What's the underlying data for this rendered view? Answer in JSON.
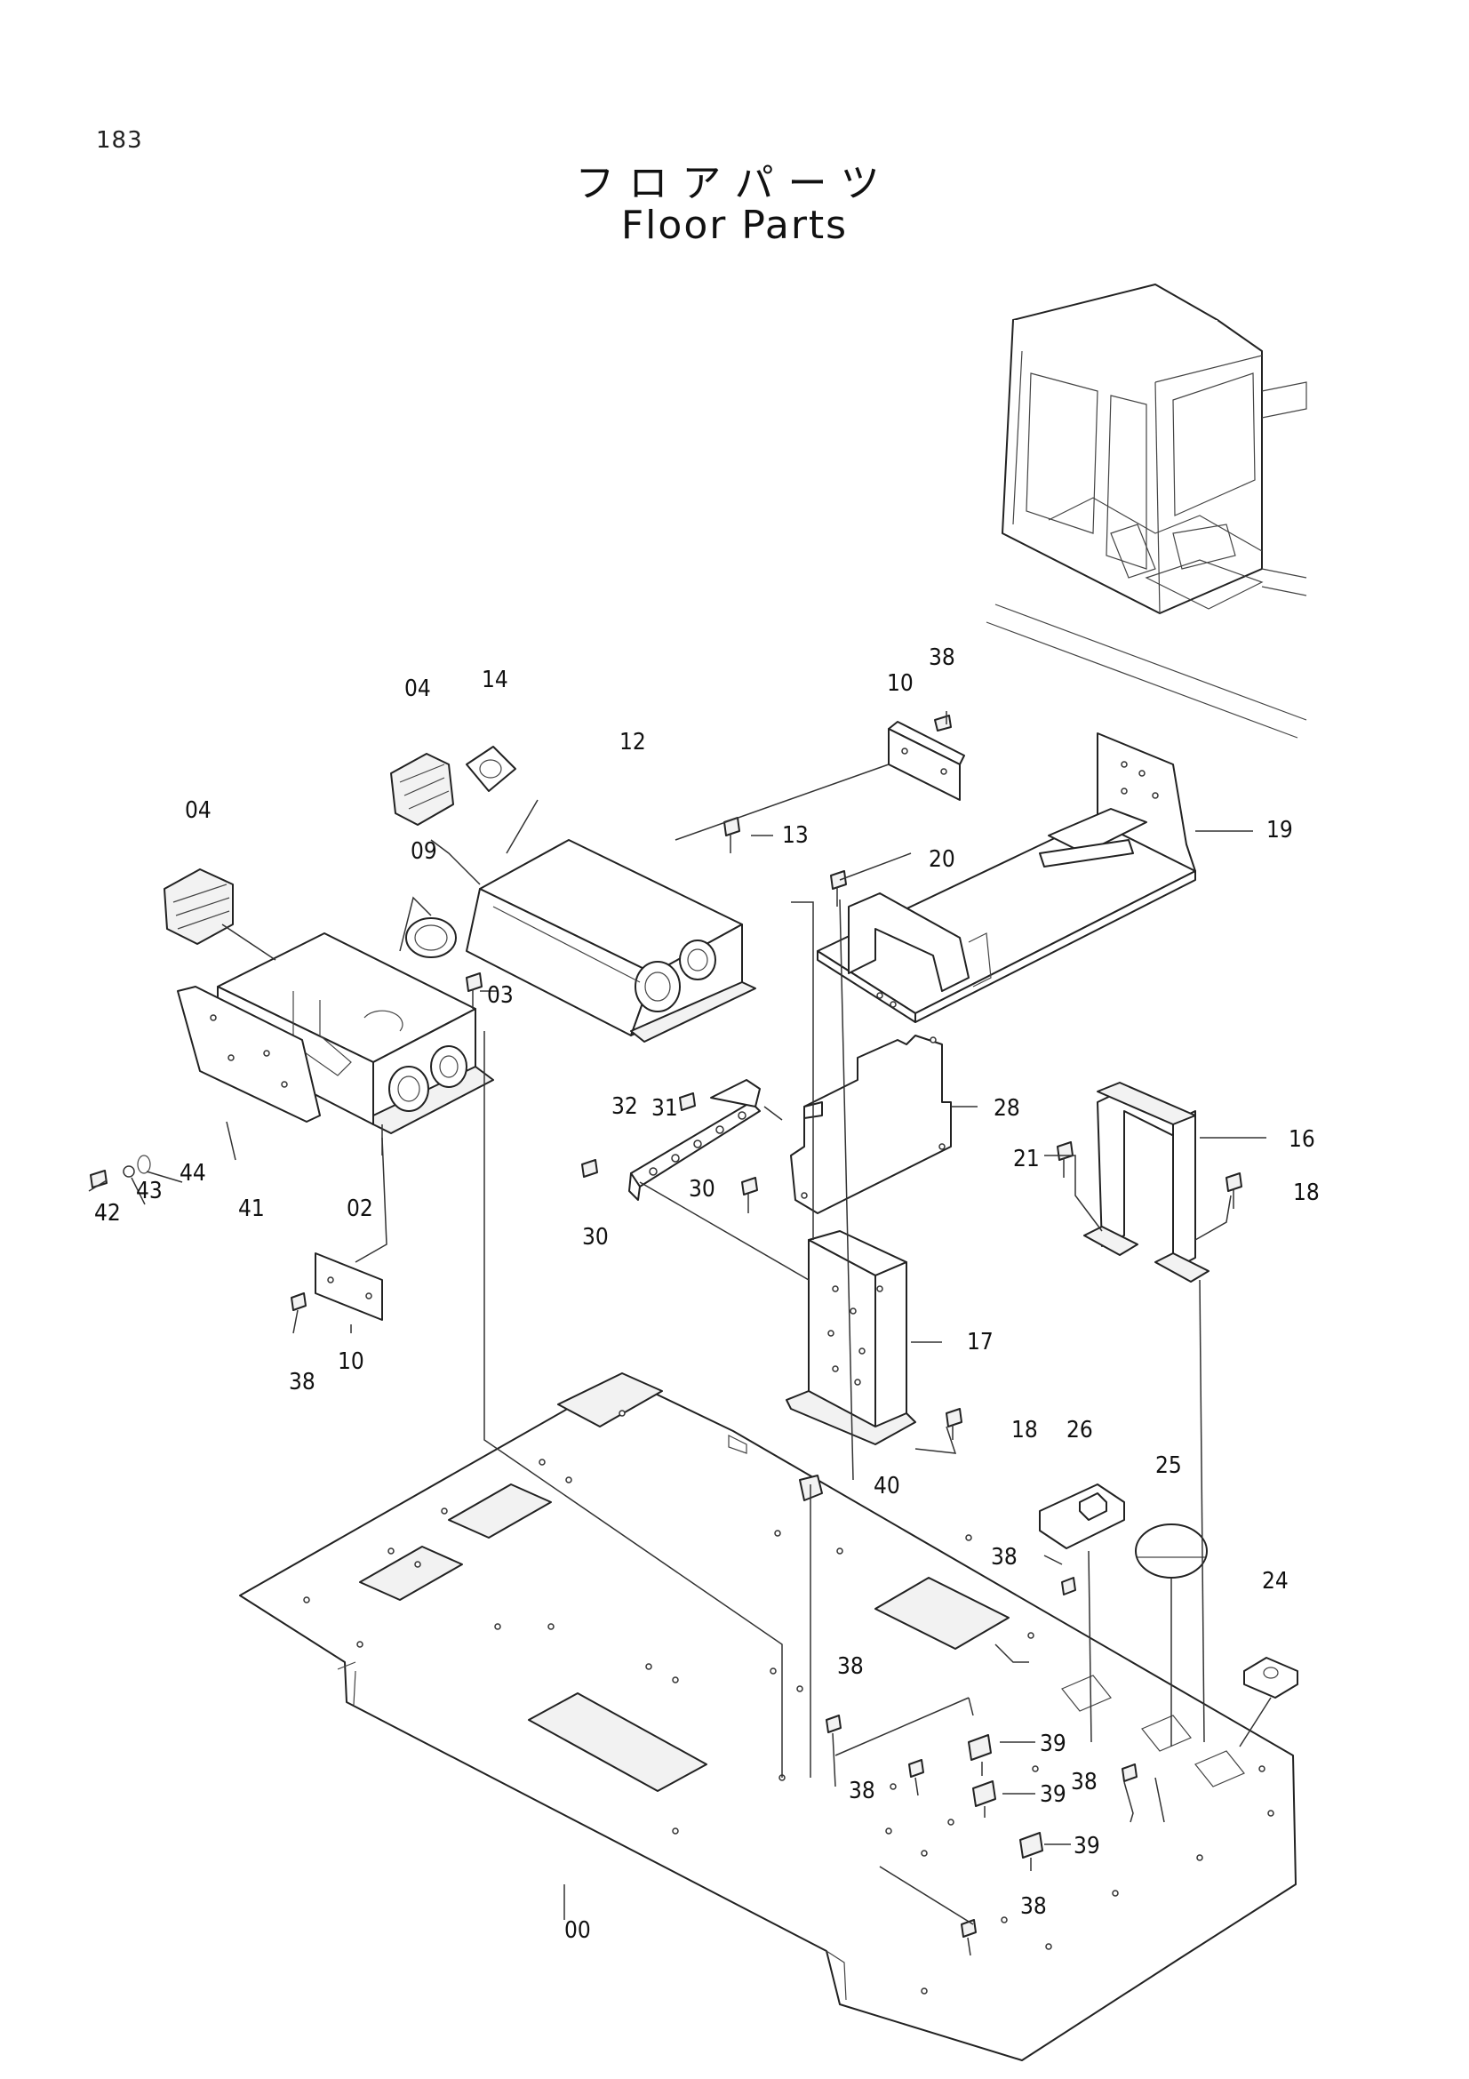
{
  "page_number": "183",
  "title_jp": "フロアパーツ",
  "title_en": "Floor Parts",
  "callouts": {
    "c00": "00",
    "c02": "02",
    "c03": "03",
    "c04a": "04",
    "c04b": "04",
    "c09": "09",
    "c10a": "10",
    "c10b": "10",
    "c12": "12",
    "c13": "13",
    "c14": "14",
    "c16": "16",
    "c17": "17",
    "c18a": "18",
    "c18b": "18",
    "c19": "19",
    "c20": "20",
    "c21": "21",
    "c24": "24",
    "c25": "25",
    "c26": "26",
    "c28": "28",
    "c30a": "30",
    "c30b": "30",
    "c31": "31",
    "c32": "32",
    "c38a": "38",
    "c38b": "38",
    "c38c": "38",
    "c38d": "38",
    "c38e": "38",
    "c38f": "38",
    "c38g": "38",
    "c39a": "39",
    "c39b": "39",
    "c39c": "39",
    "c40": "40",
    "c41": "41",
    "c42": "42",
    "c43": "43",
    "c44": "44"
  }
}
